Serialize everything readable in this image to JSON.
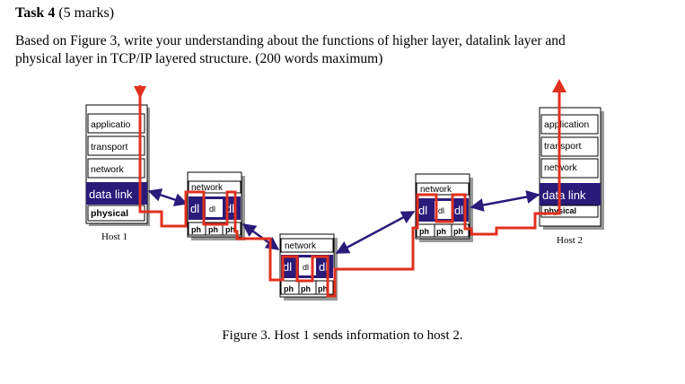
{
  "task": {
    "title_bold": "Task 4",
    "title_marks": " (5 marks)",
    "body_line1": "Based on Figure 3, write your understanding about the functions of higher layer, datalink layer and",
    "body_line2": "physical layer in TCP/IP layered structure. (200 words maximum)"
  },
  "figure": {
    "caption": "Figure 3. Host 1 sends information to host 2.",
    "host1": {
      "name": "Host 1",
      "layers": {
        "application": "applicatio",
        "transport": "transport",
        "network": "network",
        "datalink": "data link",
        "physical": "physical"
      }
    },
    "host2": {
      "name": "Host 2",
      "layers": {
        "application": "application",
        "transport": "transport",
        "network": "network",
        "datalink": "data link",
        "physical": "physical"
      }
    },
    "router": {
      "network": "network",
      "dl": "dl",
      "ph": "ph"
    },
    "colors": {
      "path": "#e0301e",
      "datalink_fill": "#2a1a7a",
      "link_arrow": "#2a1a7a"
    }
  }
}
